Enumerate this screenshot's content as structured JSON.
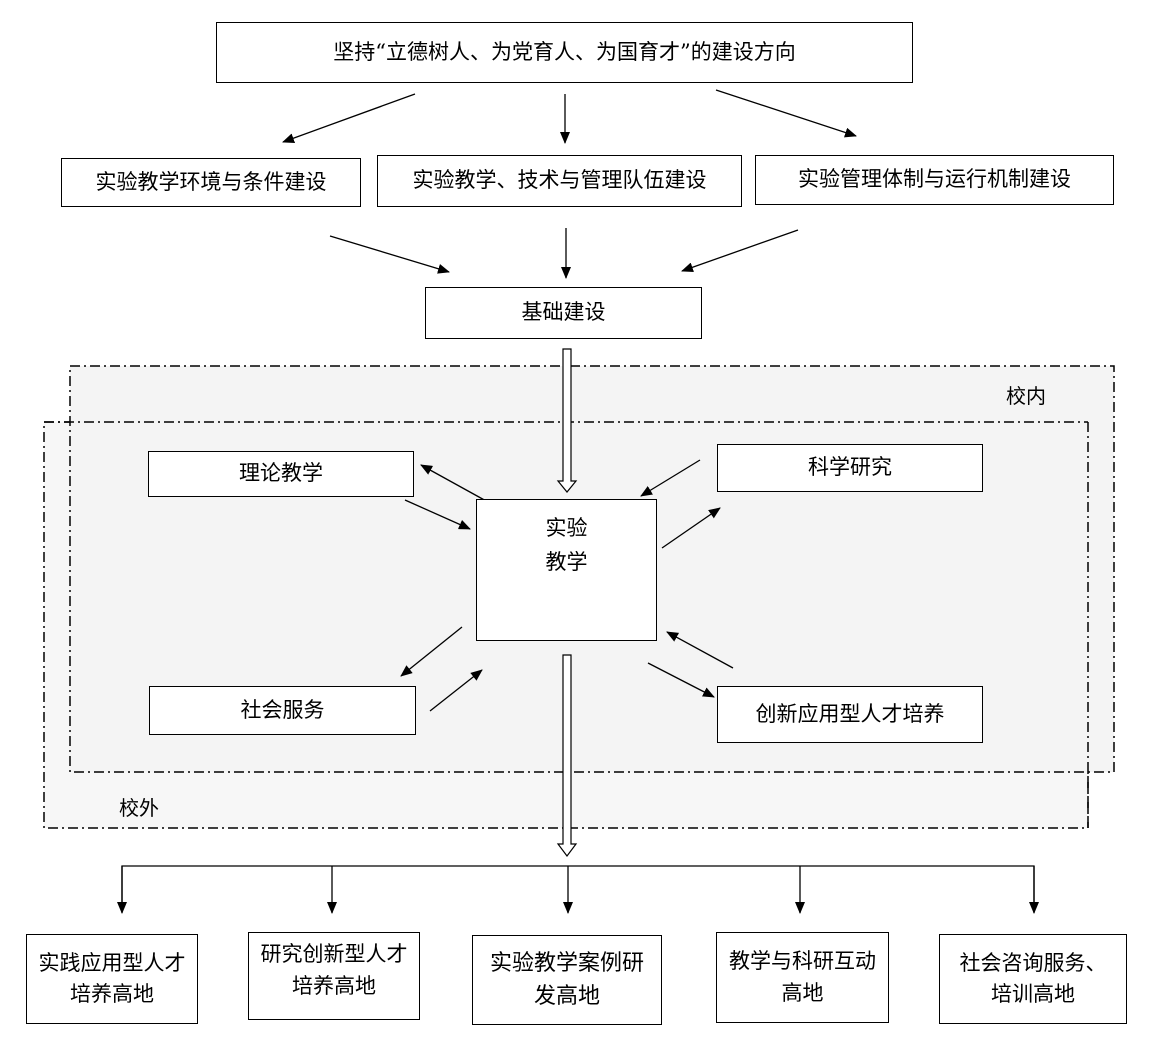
{
  "top": "坚持“立德树人、为党育人、为国育才”的建设方向",
  "level2": [
    "实验教学环境与条件建设",
    "实验教学、技术与管理队伍建设",
    "实验管理体制与运行机制建设"
  ],
  "foundation": "基础建设",
  "regions": {
    "inside": "校内",
    "outside": "校外"
  },
  "center": {
    "line1": "实验",
    "line2": "教学"
  },
  "satellites": {
    "theory": "理论教学",
    "research": "科学研究",
    "service": "社会服务",
    "innovation": "创新应用型人才培养"
  },
  "outputs": [
    "实践应用型人才培养高地",
    "研究创新型人才培养高地",
    "实验教学案例研发高地",
    "教学与科研互动高地",
    "社会咨询服务、培训高地"
  ]
}
